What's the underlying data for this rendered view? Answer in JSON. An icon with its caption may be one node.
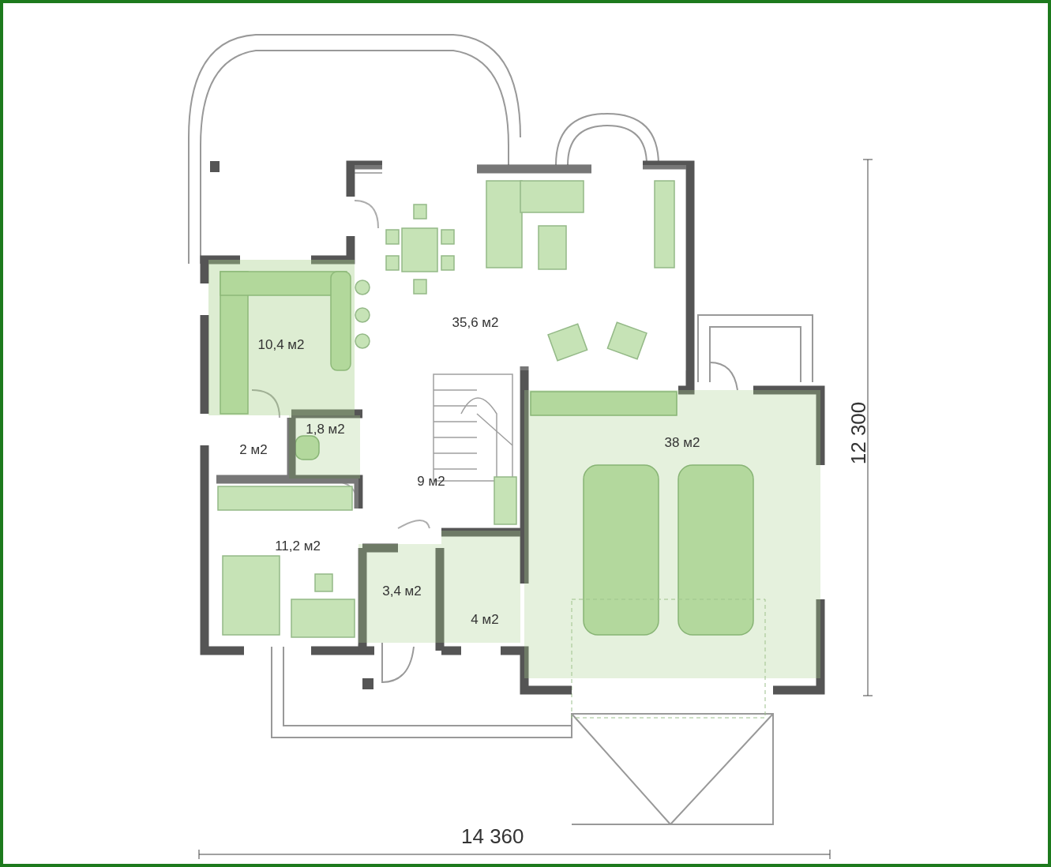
{
  "diagram": {
    "nodes": [
      {
        "text": [
          "35,6 м2"
        ]
      },
      {
        "text": [
          "10,4 м2"
        ]
      },
      {
        "text": [
          "1,8 м2"
        ]
      },
      {
        "text": [
          "38 м2"
        ]
      },
      {
        "text": [
          "2 м2"
        ]
      },
      {
        "text": [
          "9 м2"
        ]
      },
      {
        "text": [
          "11,2 м2"
        ]
      },
      {
        "text": [
          "3,4 м2"
        ]
      },
      {
        "text": [
          "4 м2"
        ]
      }
    ],
    "edges": [],
    "labels": [
      "12 300",
      "14 360"
    ]
  }
}
